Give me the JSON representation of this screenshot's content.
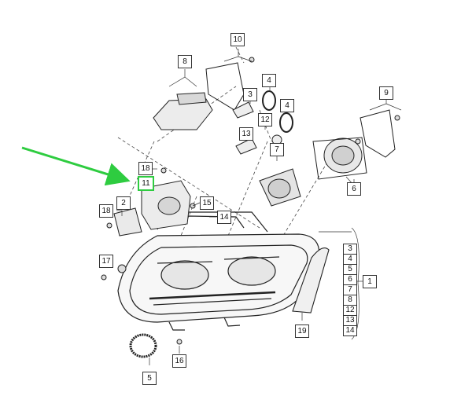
{
  "callouts": {
    "c10": "10",
    "c8": "8",
    "c4a": "4",
    "c3": "3",
    "c4b": "4",
    "c12": "12",
    "c13": "13",
    "c9": "9",
    "c7": "7",
    "c6": "6",
    "c18a": "18",
    "c11": "11",
    "c15": "15",
    "c18b": "18",
    "c2": "2",
    "c14": "14",
    "c17": "17",
    "c19": "19",
    "c5": "5",
    "c16": "16",
    "c1": "1"
  },
  "group_stack": [
    "3",
    "4",
    "5",
    "6",
    "7",
    "8",
    "12",
    "13",
    "14"
  ],
  "colors": {
    "highlight": "#2ecc40",
    "arrow": "#2ecc40",
    "line": "#333333"
  }
}
